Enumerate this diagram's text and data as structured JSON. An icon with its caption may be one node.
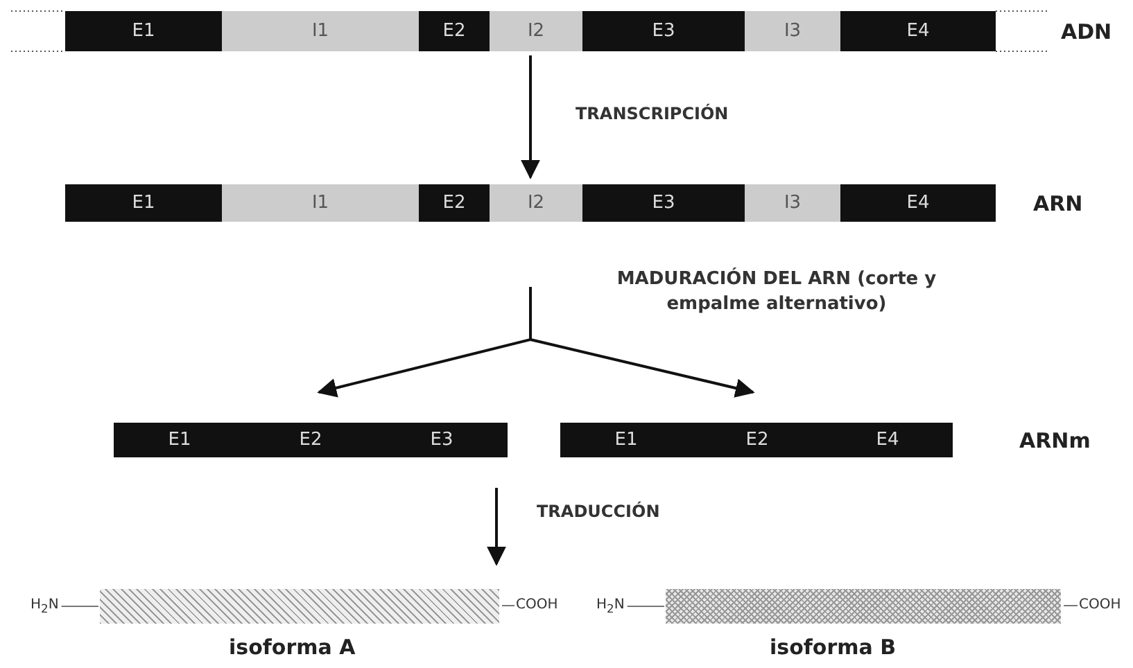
{
  "diagram": {
    "nodes": [
      {
        "text": [],
        "shape": "bar",
        "beside": [
          "ADN"
        ]
      },
      {
        "text": [
          "E1"
        ],
        "in": 0
      },
      {
        "text": [
          "I1"
        ],
        "in": 0
      },
      {
        "text": [
          "E2"
        ],
        "in": 0
      },
      {
        "text": [
          "I2"
        ],
        "in": 0
      },
      {
        "text": [
          "E3"
        ],
        "in": 0
      },
      {
        "text": [
          "I3"
        ],
        "in": 0
      },
      {
        "text": [
          "E4"
        ],
        "in": 0
      },
      {
        "text": [],
        "shape": "bar",
        "beside": [
          "ARN"
        ]
      },
      {
        "text": [
          "E1"
        ],
        "in": 8
      },
      {
        "text": [
          "I1"
        ],
        "in": 8
      },
      {
        "text": [
          "E2"
        ],
        "in": 8
      },
      {
        "text": [
          "I2"
        ],
        "in": 8
      },
      {
        "text": [
          "E3"
        ],
        "in": 8
      },
      {
        "text": [
          "I3"
        ],
        "in": 8
      },
      {
        "text": [
          "E4"
        ],
        "in": 8
      },
      {
        "text": [],
        "shape": "bar"
      },
      {
        "text": [
          "E1"
        ],
        "in": 16
      },
      {
        "text": [
          "E2"
        ],
        "in": 16
      },
      {
        "text": [
          "E3"
        ],
        "in": 16
      },
      {
        "text": [],
        "shape": "bar",
        "beside": [
          "ARNm"
        ]
      },
      {
        "text": [
          "E1"
        ],
        "in": 20
      },
      {
        "text": [
          "E2"
        ],
        "in": 20
      },
      {
        "text": [
          "E4"
        ],
        "in": 20
      },
      {
        "text": [
          "H$_{2}$N"
        ]
      },
      {
        "text": [],
        "shape": "bar",
        "beside": [
          "isoforma A"
        ]
      },
      {
        "text": [
          "COOH"
        ]
      },
      {
        "text": [
          "H$_{2}$N"
        ]
      },
      {
        "text": [],
        "shape": "bar",
        "beside": [
          "isoforma B"
        ]
      },
      {
        "text": [
          "COOH"
        ]
      }
    ],
    "edges": [
      {
        "from": 0,
        "to": 8,
        "arrow": "to",
        "label": "TRANSCRIPCIÓN"
      },
      {
        "from": 8,
        "to": 16,
        "arrow": "to",
        "label": "MADURACIÓN DEL ARN (corte y empalme alternativo)"
      },
      {
        "from": 8,
        "to": 20,
        "arrow": "to"
      },
      {
        "from": 16,
        "to": 25,
        "arrow": "to",
        "label": "TRADUCCIÓN"
      },
      {
        "from": 24,
        "to": 25,
        "arrow": "none",
        "color": "#777777"
      },
      {
        "from": 25,
        "to": 26,
        "arrow": "none",
        "color": "#777777"
      },
      {
        "from": 27,
        "to": 28,
        "arrow": "none",
        "color": "#777777"
      },
      {
        "from": 28,
        "to": 29,
        "arrow": "none",
        "color": "#777777"
      }
    ]
  }
}
